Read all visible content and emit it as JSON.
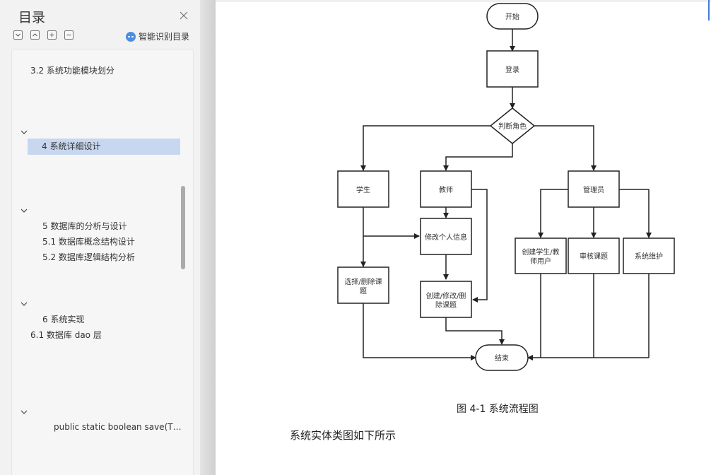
{
  "sidebar": {
    "title": "目录",
    "close_icon": "close-icon",
    "tools": [
      {
        "name": "expand-all-button",
        "glyph": "⌄",
        "icon": "chevron-down-icon"
      },
      {
        "name": "collapse-all-button",
        "glyph": "⌃",
        "icon": "chevron-up-icon"
      },
      {
        "name": "add-level-button",
        "glyph": "+",
        "icon": "plus-icon"
      },
      {
        "name": "remove-level-button",
        "glyph": "−",
        "icon": "minus-icon"
      }
    ],
    "smart_label": "智能识别目录",
    "toc": [
      {
        "label": "3.2  系统功能模块划分"
      },
      {
        "label": "4  系统详细设计",
        "active": true
      },
      {
        "label": "5    数据库的分析与设计"
      },
      {
        "label": "5.1    数据库概念结构设计"
      },
      {
        "label": "5.2    数据库逻辑结构分析"
      },
      {
        "label": "6  系统实现"
      },
      {
        "label": "6.1    数据库 dao 层"
      },
      {
        "label": "public static boolean save(T…"
      }
    ]
  },
  "flowchart": {
    "start": "开始",
    "login": "登录",
    "decision": "判断角色",
    "student": "学生",
    "teacher": "教师",
    "admin": "管理员",
    "modify_info": "修改个人信息",
    "select_delete": [
      "选择/删除课",
      "题"
    ],
    "create_modify": [
      "创建/修改/删",
      "除课题"
    ],
    "create_users": [
      "创建学生/教",
      "师用户"
    ],
    "review": "审核课题",
    "maintain": "系统维护",
    "end": "结束"
  },
  "document": {
    "caption": "图 4-1  系统流程图",
    "paragraph": "系统实体类图如下所示"
  },
  "colors": {
    "accent": "#3e7fd6",
    "active_item": "#c8d7f0",
    "line": "#222222"
  }
}
